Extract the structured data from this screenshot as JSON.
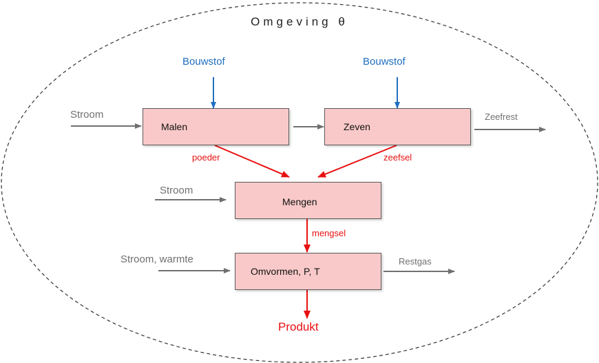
{
  "title": "Omgeving θ",
  "processes": {
    "malen": "Malen",
    "zeven": "Zeven",
    "mengen": "Mengen",
    "omvormen": "Omvormen, P, T"
  },
  "inputs": {
    "bouwstof_malen": "Bouwstof",
    "bouwstof_zeven": "Bouwstof",
    "stroom_malen": "Stroom",
    "stroom_mengen": "Stroom",
    "stroom_warmte": "Stroom, warmte"
  },
  "outputs": {
    "zeefrest": "Zeefrest",
    "restgas": "Restgas",
    "produkt": "Produkt"
  },
  "flows": {
    "poeder": "poeder",
    "zeefsel": "zeefsel",
    "mengsel": "mengsel"
  },
  "colors": {
    "box_fill": "#f9c9c9",
    "material_flow": "#e81010",
    "resource_flow": "#1f6fc0",
    "energy_flow": "#707070"
  }
}
